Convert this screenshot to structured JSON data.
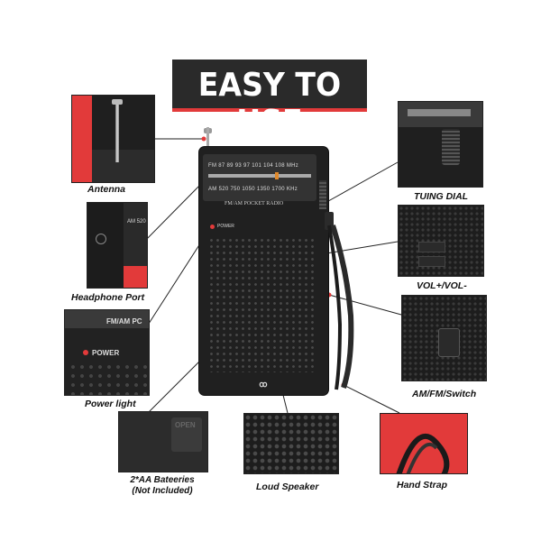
{
  "title": "EASY TO USE",
  "colors": {
    "accent": "#e23a3a",
    "dark": "#2a2a2a"
  },
  "radio": {
    "fm_row": "FM  87   89   93   97  101  104  108 MHz",
    "am_row": "AM  520   750   1050   1350   1700 KHz",
    "brand": "FM/AM POCKET RADIO",
    "power": "POWER",
    "logo": "ꝏ"
  },
  "thumbs": {
    "antenna": {
      "label": "Antenna"
    },
    "headphone": {
      "label": "Headphone Port",
      "text": "AM 520"
    },
    "power": {
      "label": "Power light",
      "top_text": "FM/AM PC",
      "power_text": "POWER"
    },
    "batteries": {
      "label_line1": "2*AA Bateeries",
      "label_line2": "(Not Included)",
      "open_text": "OPEN"
    },
    "speaker": {
      "label": "Loud Speaker"
    },
    "hand_strap": {
      "label": "Hand Strap"
    },
    "tuning": {
      "label": "TUING DIAL"
    },
    "volume": {
      "label": "VOL+/VOL-"
    },
    "switch": {
      "label": "AM/FM/Switch"
    }
  }
}
